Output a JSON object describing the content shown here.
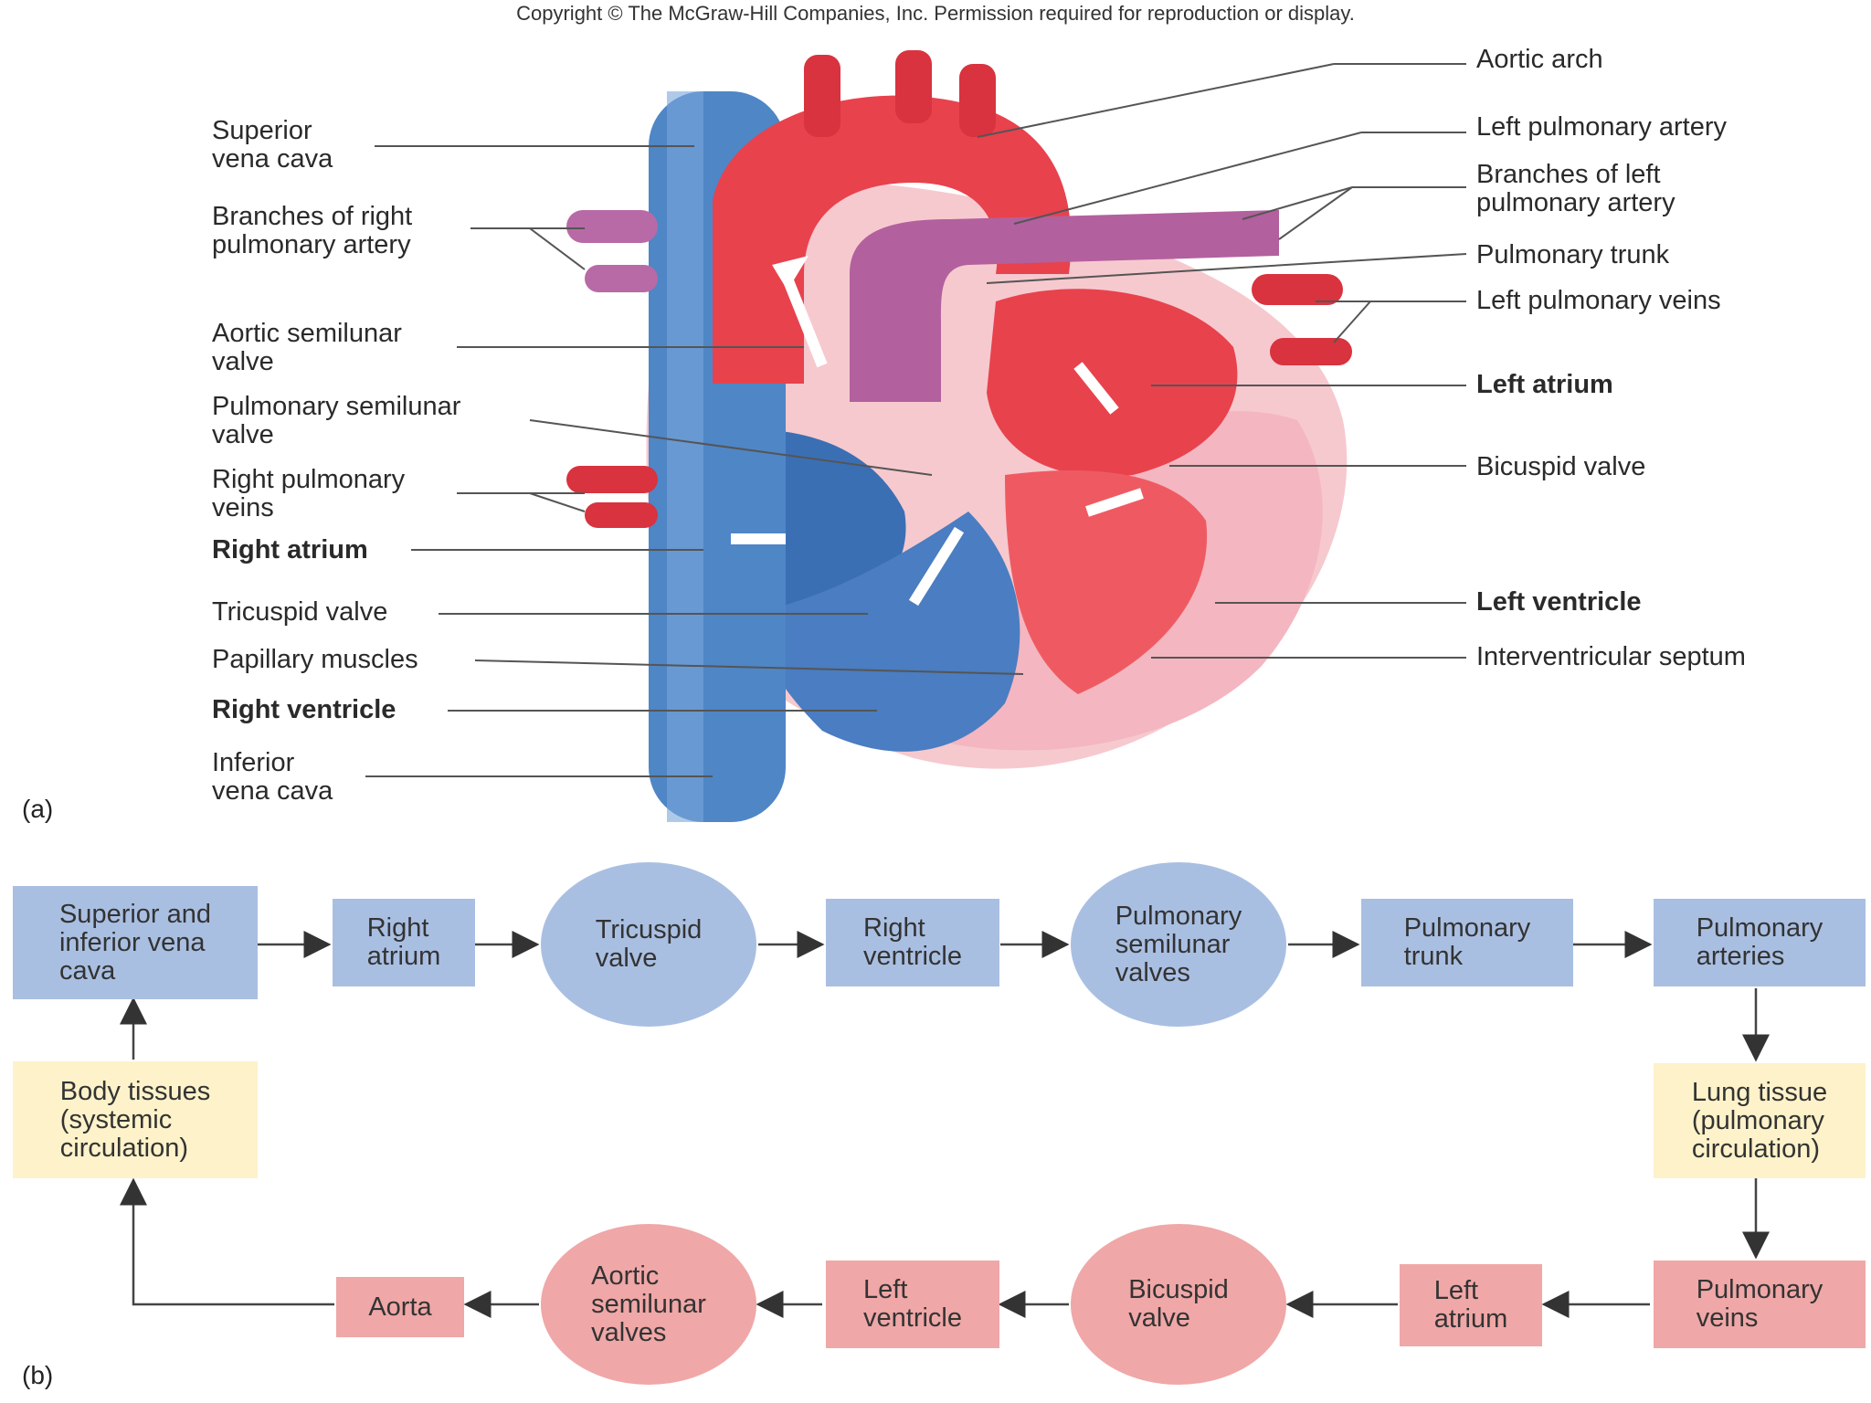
{
  "copyright": "Copyright © The McGraw-Hill Companies, Inc. Permission required for reproduction or display.",
  "panel_a": "(a)",
  "panel_b": "(b)",
  "left_labels": {
    "superior_vena_cava": "Superior\nvena cava",
    "branches_right_pulmonary_artery": "Branches of right\npulmonary artery",
    "aortic_semilunar_valve": "Aortic semilunar\nvalve",
    "pulmonary_semilunar_valve": "Pulmonary semilunar\nvalve",
    "right_pulmonary_veins": "Right pulmonary\nveins",
    "right_atrium": "Right atrium",
    "tricuspid_valve": "Tricuspid valve",
    "papillary_muscles": "Papillary muscles",
    "right_ventricle": "Right ventricle",
    "inferior_vena_cava": "Inferior\nvena cava"
  },
  "right_labels": {
    "aortic_arch": "Aortic arch",
    "left_pulmonary_artery": "Left pulmonary artery",
    "branches_left_pulmonary_artery": "Branches of left\npulmonary artery",
    "pulmonary_trunk": "Pulmonary trunk",
    "left_pulmonary_veins": "Left pulmonary veins",
    "left_atrium": "Left atrium",
    "bicuspid_valve": "Bicuspid valve",
    "left_ventricle": "Left ventricle",
    "interventricular_septum": "Interventricular septum"
  },
  "flow": {
    "vena_cava": "Superior and\ninferior vena\ncava",
    "right_atrium": "Right\natrium",
    "tricuspid_valve": "Tricuspid\nvalve",
    "right_ventricle": "Right\nventricle",
    "pulmonary_semilunar_valves": "Pulmonary\nsemilunar\nvalves",
    "pulmonary_trunk": "Pulmonary\ntrunk",
    "pulmonary_arteries": "Pulmonary\narteries",
    "lung_tissue": "Lung tissue\n(pulmonary\ncirculation)",
    "pulmonary_veins": "Pulmonary\nveins",
    "left_atrium": "Left\natrium",
    "bicuspid_valve": "Bicuspid\nvalve",
    "left_ventricle": "Left\nventricle",
    "aortic_semilunar_valves": "Aortic\nsemilunar\nvalves",
    "aorta": "Aorta",
    "body_tissues": "Body tissues\n(systemic\ncirculation)"
  },
  "colors": {
    "deoxygenated": "#a9bfe2",
    "oxygenated": "#f0a7a7",
    "tissue": "#fdf2c9"
  }
}
